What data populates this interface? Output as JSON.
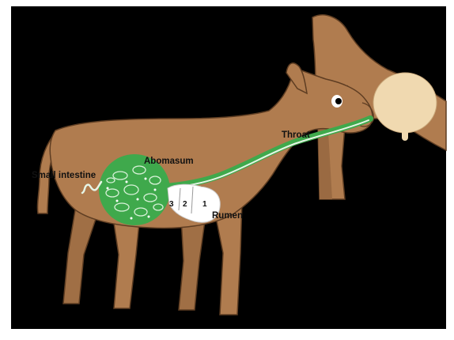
{
  "diagram": {
    "labels": {
      "throat": "Throat",
      "abomasum": "Abomasum",
      "small_intestine": "Small intestine",
      "rumen": "Rumen"
    },
    "compartments": [
      "3",
      "2",
      "1"
    ]
  },
  "colors": {
    "background": "#000000",
    "frame": "#ffffff",
    "cow_body": "#b07c4f",
    "cow_outline": "#5e3d22",
    "udder": "#f0d9b0",
    "digestive_tract": "#3fa94c",
    "tract_highlight": "#e6f5e6",
    "rumen": "#ffffff"
  }
}
